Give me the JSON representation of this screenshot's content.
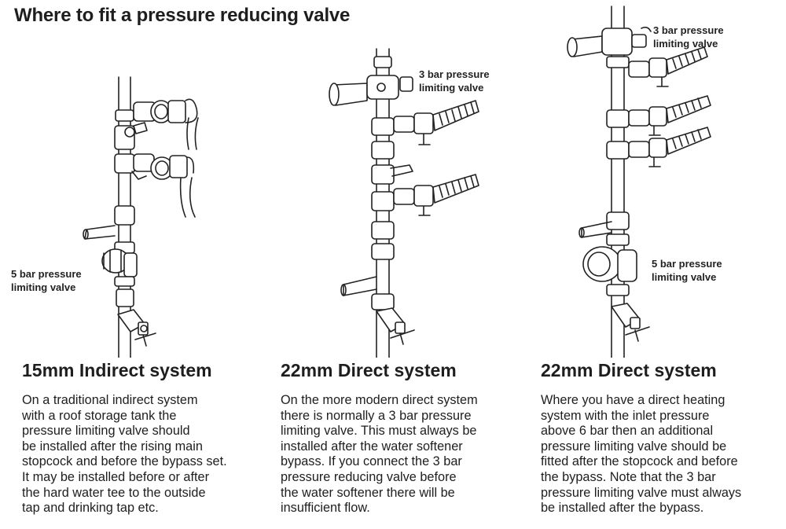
{
  "title": "Where to fit a pressure reducing valve",
  "panels": [
    {
      "heading": "15mm Indirect system",
      "body": "On a traditional indirect system\nwith a roof storage tank the\npressure limiting valve should\nbe installed after the rising main\nstopcock and before the bypass set.\nIt may be installed before or after\nthe hard water tee to the outside\ntap and drinking tap etc.",
      "callouts": [
        {
          "text": "5 bar pressure\nlimiting valve"
        }
      ]
    },
    {
      "heading": "22mm Direct system",
      "body": "On the more modern direct system\nthere is normally a 3 bar pressure\nlimiting valve. This must always be\ninstalled after the water softener\nbypass. If you connect the 3 bar\npressure reducing valve before\nthe water softener there will be\ninsufficient flow.",
      "callouts": [
        {
          "text": "3 bar pressure\nlimiting valve"
        }
      ]
    },
    {
      "heading": "22mm Direct system",
      "body": "Where you have a direct heating\nsystem with the inlet pressure\nabove 6 bar then an additional\npressure limiting valve should be\nfitted after the stopcock and before\nthe bypass. Note that the 3 bar\npressure limiting valve must always\nbe installed after the bypass.",
      "callouts": [
        {
          "text": "3 bar pressure\nlimiting valve"
        },
        {
          "text": "5 bar pressure\nlimiting valve"
        }
      ]
    }
  ]
}
